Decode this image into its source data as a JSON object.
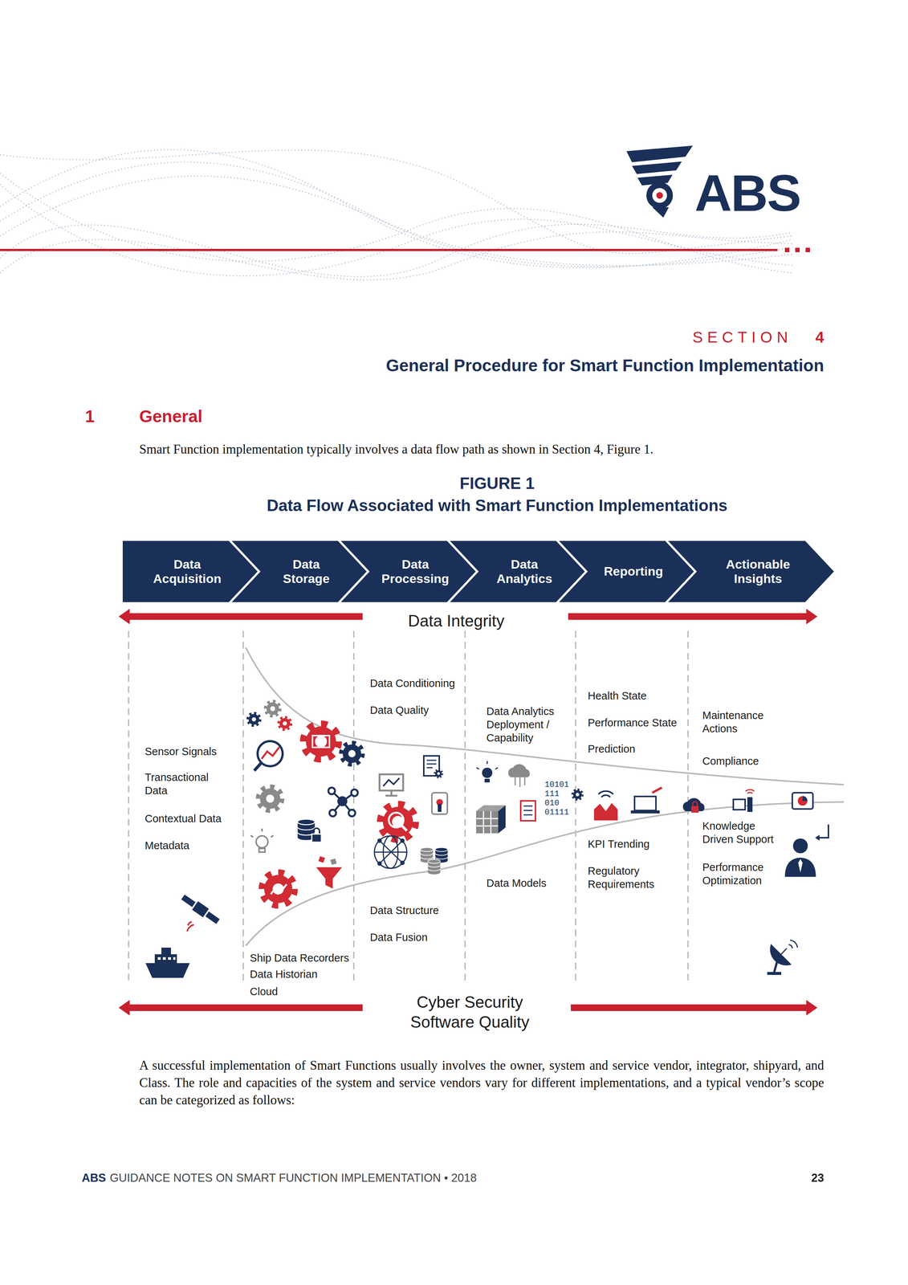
{
  "diagram": {
    "title": "Data Flow Associated with Smart Function Implementations",
    "nodes": [
      {
        "text": [
          "Data Acquisition"
        ]
      },
      {
        "text": [
          "Data Storage"
        ]
      },
      {
        "text": [
          "Data Processing"
        ]
      },
      {
        "text": [
          "Data Analytics"
        ]
      },
      {
        "text": [
          "Reporting"
        ]
      },
      {
        "text": [
          "Actionable Insights"
        ]
      }
    ],
    "labels": [
      "ABS",
      "SECTION",
      "4",
      "General Procedure for Smart Function Implementation",
      "1",
      "General",
      "Smart Function implementation typically involves a data flow path as shown in Section 4, Figure 1.",
      "FIGURE 1",
      "Data Integrity",
      "Sensor Signals",
      "Transactional Data",
      "Contextual Data",
      "Metadata",
      "Ship Data Recorders",
      "Data Historian",
      "Cloud",
      "Data Conditioning",
      "Data Quality",
      "Data Structure",
      "Data Fusion",
      "Data Analytics Deployment / Capability",
      "Data Models",
      "10101",
      "111",
      "010",
      "01111",
      "Health State",
      "Performance State",
      "Prediction",
      "KPI Trending",
      "Regulatory Requirements",
      "Maintenance Actions",
      "Compliance",
      "Knowledge Driven Support",
      "Performance Optimization",
      "Cyber Security",
      "Software Quality",
      "A successful implementation of Smart Functions usually involves the owner, system and service vendor, integrator, shipyard, and Class. The role and capacities of the system and service vendors vary for different implementations, and a typical vendor’s scope can be categorized as follows:",
      "ABS",
      "GUIDANCE NOTES ON SMART FUNCTION IMPLEMENTATION • 2018",
      "23"
    ]
  }
}
